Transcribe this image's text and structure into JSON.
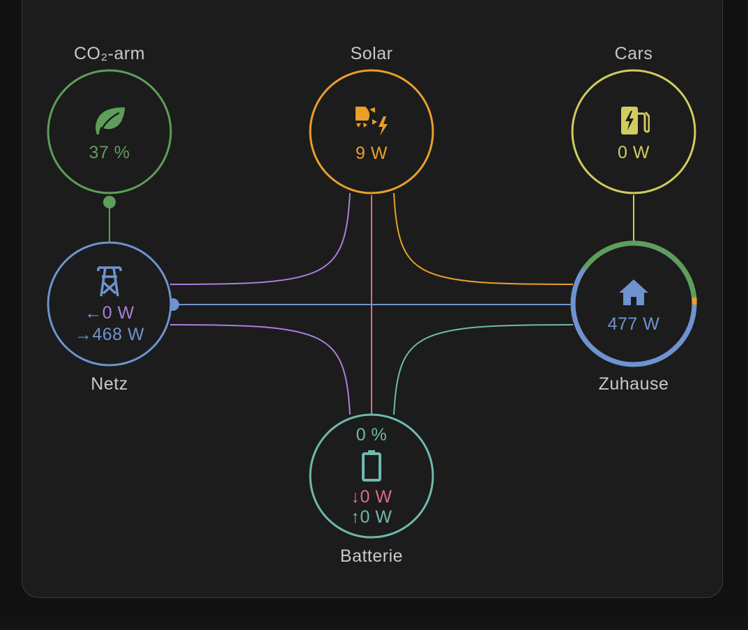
{
  "colors": {
    "grid": "#6e93cf",
    "grid_return": "#a97fdc",
    "solar": "#e8a02a",
    "battery": "#6fb9ae",
    "battery_in": "#e06a8a",
    "co2": "#5e9e5a",
    "cars": "#d0cc60",
    "home_ring_grid": "#6e93cf",
    "home_ring_co2": "#5e9e5a",
    "home_ring_solar": "#e8a02a"
  },
  "nodes": {
    "co2": {
      "label": "CO₂-arm",
      "value": "37 %",
      "icon": "leaf-icon"
    },
    "solar": {
      "label": "Solar",
      "value": "9 W",
      "icon": "solar-power-icon"
    },
    "cars": {
      "label": "Cars",
      "value": "0 W",
      "icon": "ev-station-icon"
    },
    "grid": {
      "label": "Netz",
      "value_return": "0 W",
      "value_consume": "468 W",
      "arrow_return": "←",
      "arrow_consume": "→",
      "icon": "transmission-tower-icon"
    },
    "home": {
      "label": "Zuhause",
      "value": "477 W",
      "icon": "home-icon"
    },
    "battery": {
      "label": "Batterie",
      "soc": "0 %",
      "value_in": "0 W",
      "value_out": "0 W",
      "arrow_in": "↓",
      "arrow_out": "↑",
      "icon": "battery-icon"
    }
  }
}
